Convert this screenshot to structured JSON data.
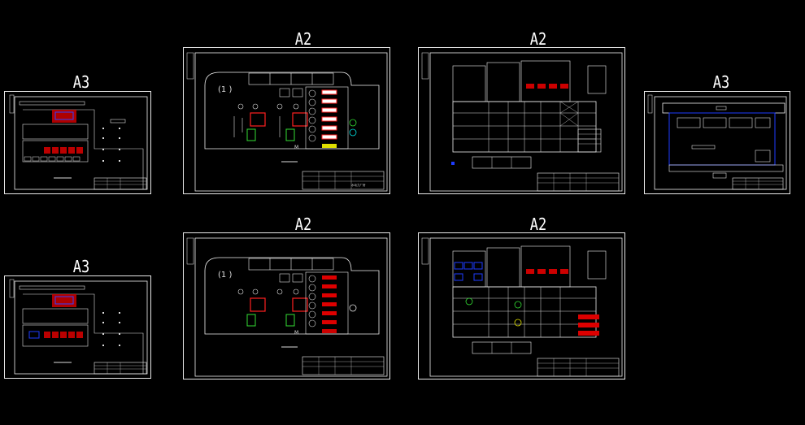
{
  "sheets": [
    {
      "id": "r1c1",
      "size": "A3"
    },
    {
      "id": "r1c2",
      "size": "A2"
    },
    {
      "id": "r1c3",
      "size": "A2"
    },
    {
      "id": "r1c4",
      "size": "A3"
    },
    {
      "id": "r2c1",
      "size": "A3"
    },
    {
      "id": "r2c2",
      "size": "A2"
    },
    {
      "id": "r2c3",
      "size": "A2"
    }
  ],
  "floorplan_text": {
    "equipment_tag": "(1 )",
    "hall_tag": "水动力厂房",
    "scale_mark": "M"
  },
  "colors": {
    "background": "#000000",
    "line": "#ffffff",
    "accent_red": "#ff2020",
    "accent_blue": "#1e3cff",
    "accent_green": "#33dd33",
    "accent_yellow": "#e0e000",
    "accent_cyan": "#00e0e0"
  }
}
